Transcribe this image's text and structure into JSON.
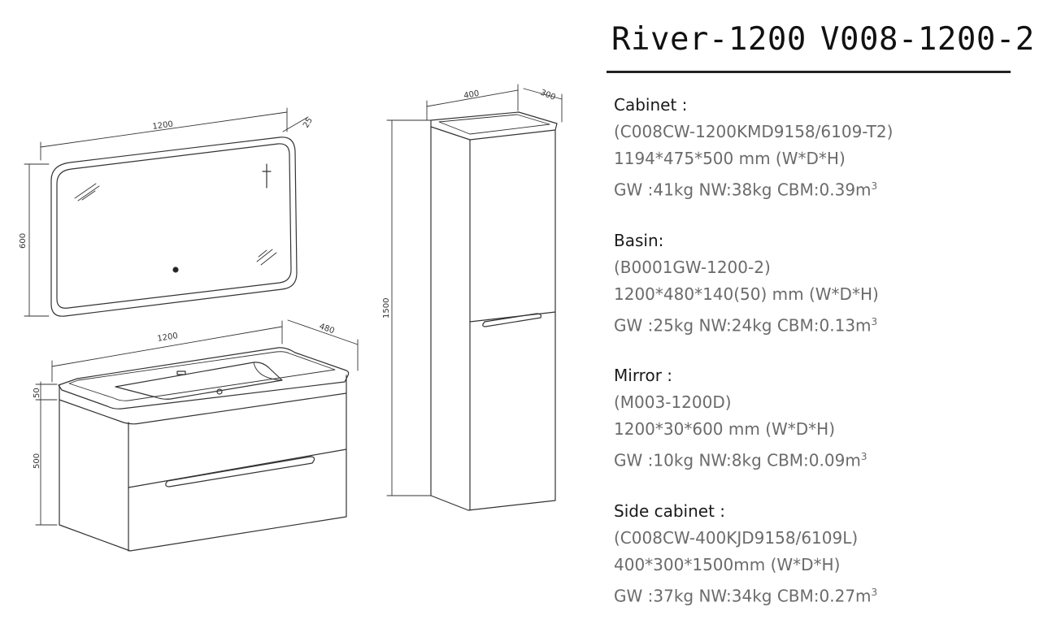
{
  "title": {
    "model": "River-1200",
    "code": "V008-1200-2"
  },
  "dimensions": {
    "mirror_width": "1200",
    "mirror_depth": "25",
    "mirror_height": "600",
    "basin_width": "1200",
    "basin_depth": "480",
    "basin_height": "50",
    "cabinet_height": "500",
    "side_width": "400",
    "side_depth": "300",
    "side_height": "1500"
  },
  "specs": [
    {
      "heading": "Cabinet :",
      "code": "(C008CW-1200KMD9158/6109-T2)",
      "size": "1194*475*500 mm (W*D*H)",
      "weights": "GW :41kg  NW:38kg  CBM:0.39m",
      "sup": "3"
    },
    {
      "heading": "Basin:",
      "code": "(B0001GW-1200-2)",
      "size": "1200*480*140(50) mm (W*D*H)",
      "weights": "GW :25kg  NW:24kg  CBM:0.13m",
      "sup": "3"
    },
    {
      "heading": "Mirror :",
      "code": "(M003-1200D)",
      "size": "1200*30*600 mm (W*D*H)",
      "weights": "GW :10kg  NW:8kg  CBM:0.09m",
      "sup": "3"
    },
    {
      "heading": "Side cabinet :",
      "code": "(C008CW-400KJD9158/6109L)",
      "size": "400*300*1500mm (W*D*H)",
      "weights": "GW :37kg  NW:34kg  CBM:0.27m",
      "sup": "3"
    }
  ]
}
